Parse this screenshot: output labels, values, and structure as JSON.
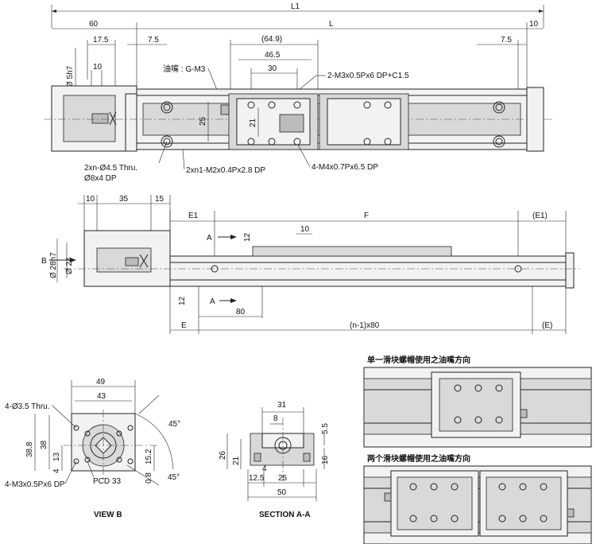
{
  "top_view": {
    "L1": "L1",
    "L": "L",
    "d60": "60",
    "d10r": "10",
    "d17_5": "17.5",
    "d7_5a": "7.5",
    "d7_5b": "7.5",
    "d64_9": "(64.9)",
    "d46_5": "46.5",
    "d30": "30",
    "d10": "10",
    "d5h7": "Ø 5h7",
    "d25": "25",
    "d21": "21",
    "oil": "油嘴 : G-M3",
    "m3": "2-M3x0.5Px6 DP+C1.5",
    "thru1": "2xn-Ø4.5 Thru.",
    "thru2": "Ø8x4 DP",
    "m2": "2xn1-M2x0.4Px2.8 DP",
    "m4": "4-M4x0.7Px6.5 DP"
  },
  "side_view": {
    "d10": "10",
    "d35": "35",
    "d15": "15",
    "E1": "E1",
    "F": "F",
    "E1r": "(E1)",
    "d10t": "10",
    "d12a": "12",
    "d12b": "12",
    "A1": "A",
    "A2": "A",
    "B": "B",
    "d28": "Ø 28h7",
    "d24": "Ø 24",
    "d80": "80",
    "E": "E",
    "n80": "(n-1)x80",
    "Er": "(E)"
  },
  "view_b": {
    "caption": "VIEW B",
    "d49": "49",
    "d43": "43",
    "thru": "4-Ø3.5 Thru.",
    "d38_8": "38.8",
    "d38": "38",
    "d13": "13",
    "d4": "4",
    "d15_2": "15.2",
    "d0_8": "0.8",
    "a45a": "45°",
    "a45b": "45°",
    "m3": "4-M3x0.5Px6 DP",
    "pcd": "PCD 33"
  },
  "section": {
    "caption": "SECTION A-A",
    "d31": "31",
    "d8": "8",
    "d5_5": "5.5",
    "d26": "26",
    "d21": "21",
    "d16": "16",
    "d12_5": "12.5",
    "d25": "25",
    "d50": "50",
    "d4": "4"
  },
  "right": {
    "t1": "单一滑块螺帽使用之油嘴方向",
    "t2": "两个滑块螺帽使用之油嘴方向"
  }
}
